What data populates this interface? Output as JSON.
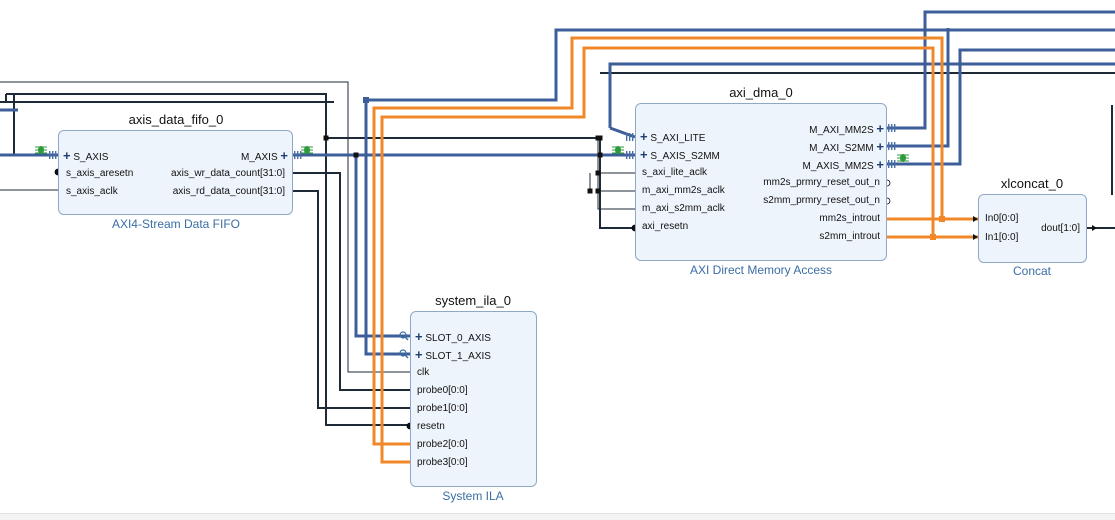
{
  "blocks": {
    "fifo": {
      "name": "axis_data_fifo_0",
      "type": "AXI4-Stream Data FIFO",
      "in_pins": [
        "S_AXIS",
        "s_axis_aresetn",
        "s_axis_aclk"
      ],
      "out_pins": [
        "M_AXIS",
        "axis_wr_data_count[31:0]",
        "axis_rd_data_count[31:0]"
      ]
    },
    "dma": {
      "name": "axi_dma_0",
      "type": "AXI Direct Memory Access",
      "in_pins": [
        "S_AXI_LITE",
        "S_AXIS_S2MM",
        "s_axi_lite_aclk",
        "m_axi_mm2s_aclk",
        "m_axi_s2mm_aclk",
        "axi_resetn"
      ],
      "out_pins": [
        "M_AXI_MM2S",
        "M_AXI_S2MM",
        "M_AXIS_MM2S",
        "mm2s_prmry_reset_out_n",
        "s2mm_prmry_reset_out_n",
        "mm2s_introut",
        "s2mm_introut"
      ]
    },
    "ila": {
      "name": "system_ila_0",
      "type": "System ILA",
      "in_pins": [
        "SLOT_0_AXIS",
        "SLOT_1_AXIS",
        "clk",
        "probe0[0:0]",
        "probe1[0:0]",
        "resetn",
        "probe2[0:0]",
        "probe3[0:0]"
      ]
    },
    "concat": {
      "name": "xlconcat_0",
      "type": "Concat",
      "in_pins": [
        "In0[0:0]",
        "In1[0:0]"
      ],
      "out_pins": [
        "dout[1:0]"
      ]
    }
  },
  "colors": {
    "bus": "#3c5e99",
    "net": "#1e2a38",
    "interrupt": "#f0882a",
    "block_fill": "#eef4fb",
    "block_border": "#8fa8c8",
    "subtitle": "#3a6ea5",
    "bug_icon": "#2e9a3c"
  },
  "icons": [
    "plus-icon",
    "bus-port-icon",
    "debug-bug-icon",
    "probe-magnifier-icon",
    "inverted-pin-icon"
  ]
}
